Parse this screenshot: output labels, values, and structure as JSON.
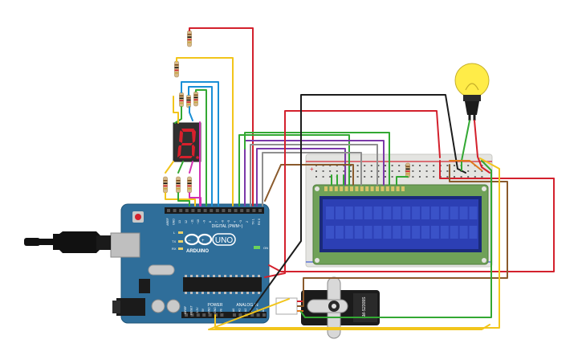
{
  "arduino": {
    "brand_text": "ARDUINO",
    "model_text": "UNO",
    "digital_header": "DIGITAL (PWM~)",
    "power_header": "POWER",
    "analog_header": "ANALOG IN",
    "on_label": "ON",
    "l_label": "L",
    "tx_label": "TX",
    "rx_label": "RX",
    "digital_pins": [
      "AREF",
      "GND",
      "13",
      "12",
      "~11",
      "~10",
      "~9",
      "8",
      "7",
      "~6",
      "~5",
      "4",
      "~3",
      "2",
      "TX 1",
      "RX 0"
    ],
    "power_pins": [
      "IOREF",
      "RESET",
      "3.3V",
      "5V",
      "GND",
      "GND",
      "Vin"
    ],
    "analog_pins": [
      "A0",
      "A1",
      "A2",
      "A3",
      "A4",
      "A5"
    ]
  },
  "servo": {
    "model_text": "SM-S2309S"
  },
  "colors": {
    "board": "#2f6e9a",
    "board_dark": "#1f5578",
    "breadboard": "#e4e4e1",
    "lcd_pcb": "#6fa158",
    "lcd_screen": "#2c3fb4",
    "seven_seg": "#303030",
    "seg_on": "#d8202c",
    "bulb": "#ffec48",
    "wire_red": "#d3212d",
    "wire_black": "#1c1c1c",
    "wire_green": "#33a833",
    "wire_yellow": "#f2c51b",
    "wire_blue": "#1a8fd6",
    "wire_purple": "#7b39a8",
    "wire_magenta": "#d331b2",
    "wire_brown": "#8a5a2c",
    "wire_gray": "#8f8f8f",
    "wire_orange": "#e0781c"
  }
}
